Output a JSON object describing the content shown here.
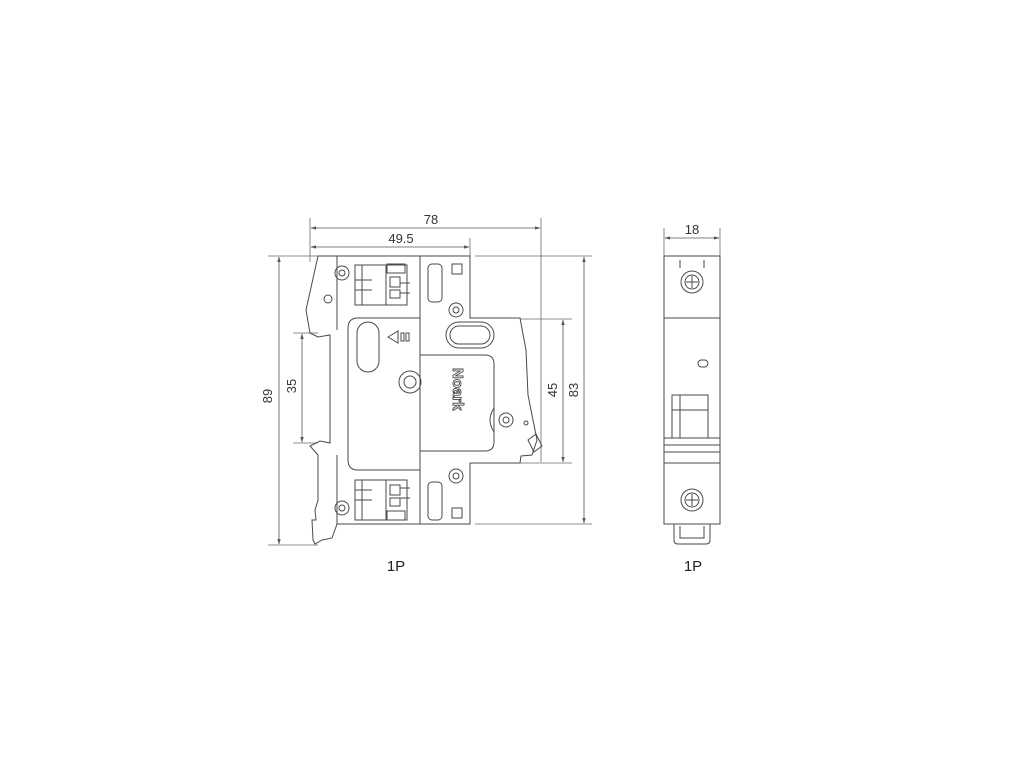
{
  "front_view": {
    "dim_width_total": "78",
    "dim_width_partial": "49.5",
    "dim_height_total": "89",
    "dim_rail": "35",
    "dim_cover": "45",
    "dim_height_body": "83",
    "brand": "Noark",
    "caption": "1P"
  },
  "side_view": {
    "dim_width": "18",
    "caption": "1P"
  }
}
